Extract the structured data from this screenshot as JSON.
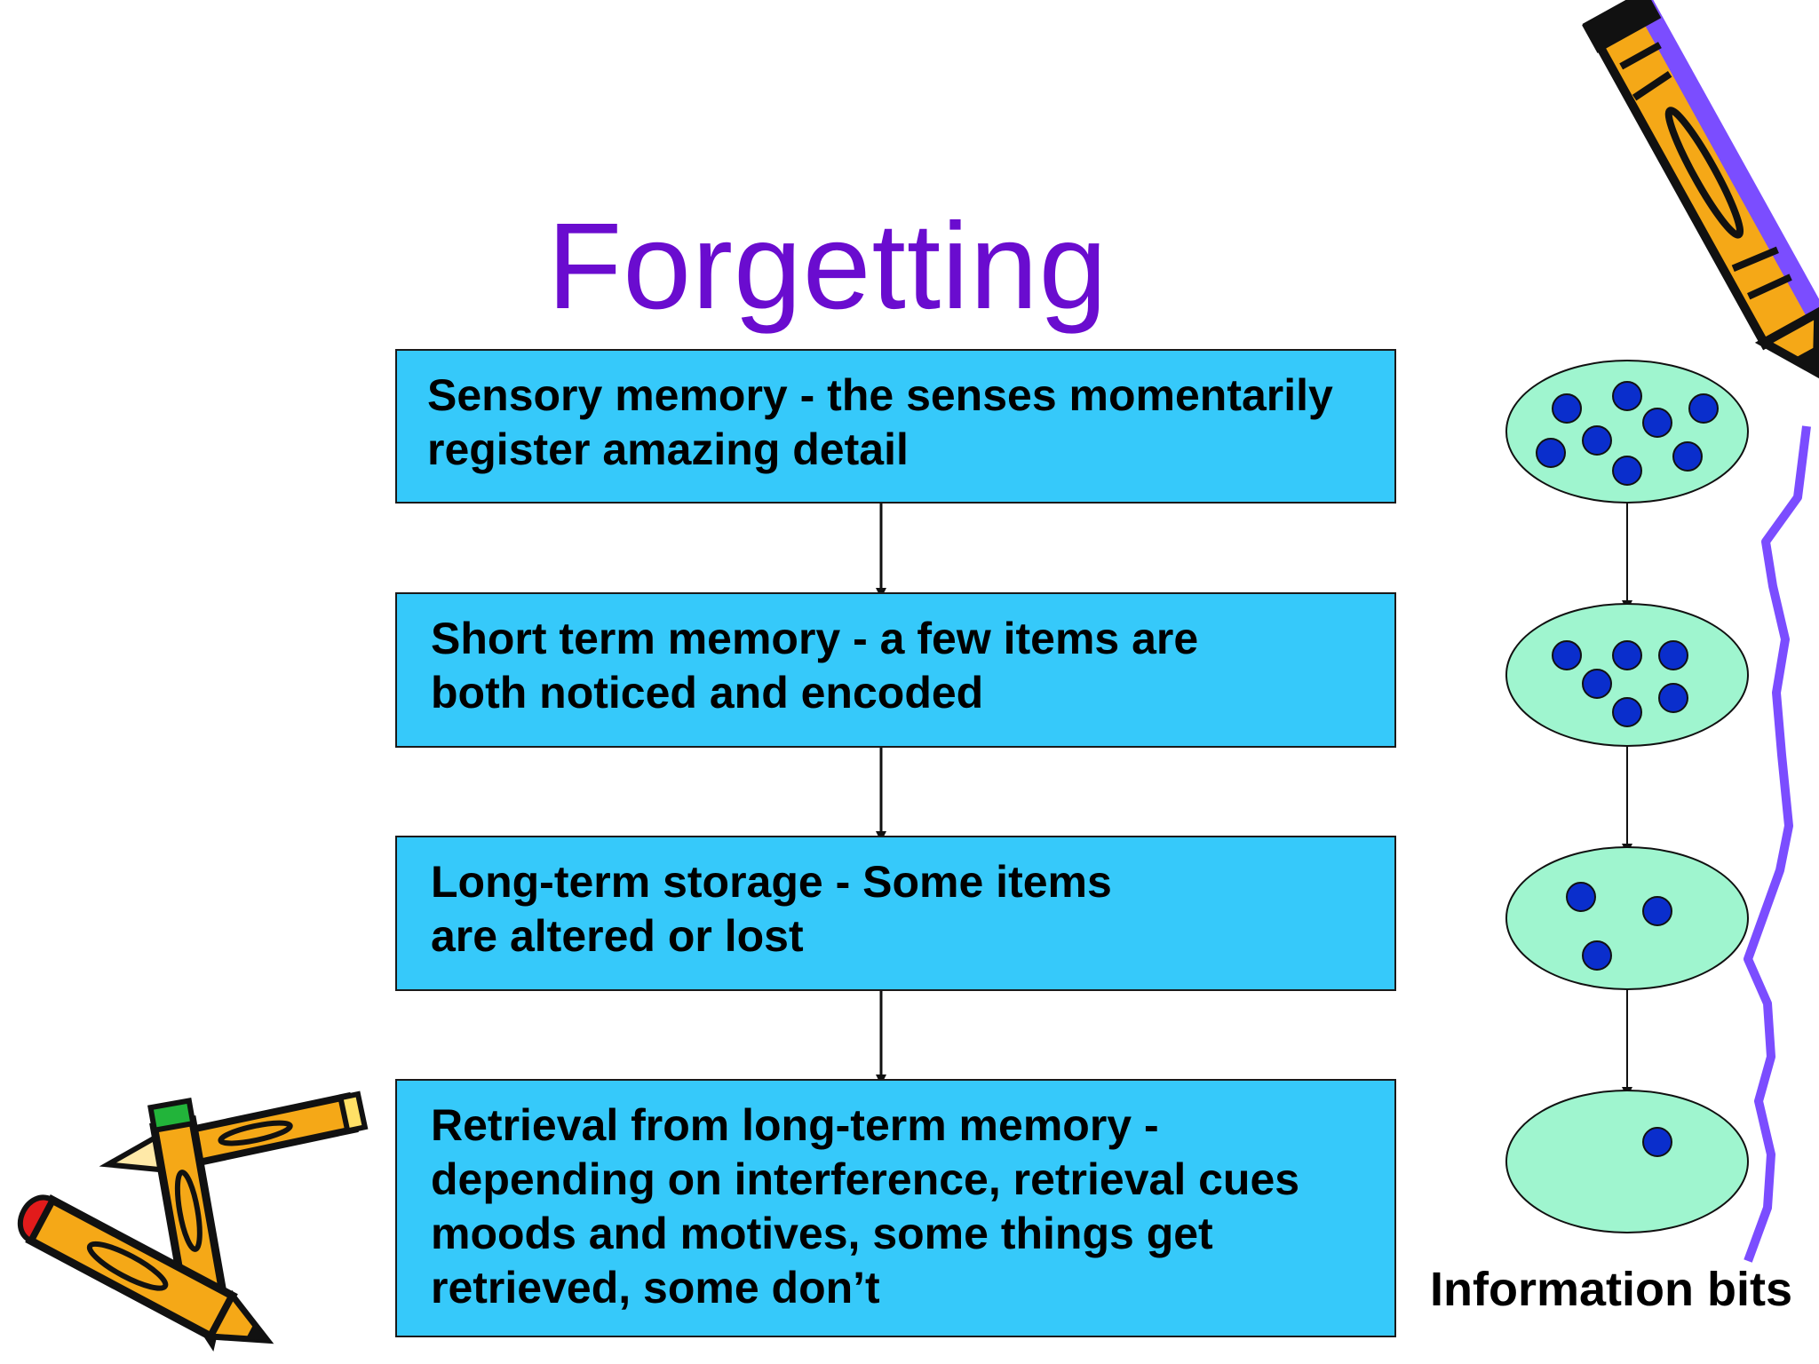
{
  "title": "Forgetting",
  "stages": [
    {
      "lines": [
        "Sensory memory - the senses momentarily",
        "register amazing detail"
      ],
      "bits": 8
    },
    {
      "lines": [
        "Short term memory - a few items are",
        "both noticed and encoded"
      ],
      "bits": 6
    },
    {
      "lines": [
        "Long-term storage - Some items",
        "are altered or lost"
      ],
      "bits": 3
    },
    {
      "lines": [
        "Retrieval from long-term memory -",
        "depending on interference, retrieval cues",
        "moods and motives, some things get",
        "retrieved, some don’t"
      ],
      "bits": 1
    }
  ],
  "caption": "Information bits",
  "colors": {
    "title": "#6a0ccf",
    "box": "#36c9fa",
    "ellipse": "#9ff5cf",
    "bit": "#0a2ecc",
    "wavy_line": "#7b4dff",
    "pencil_body": "#f5a817",
    "pencil_eraser": "#e21b1b"
  },
  "decorations": [
    "pencil-icon",
    "crossed-pencils-icon"
  ]
}
